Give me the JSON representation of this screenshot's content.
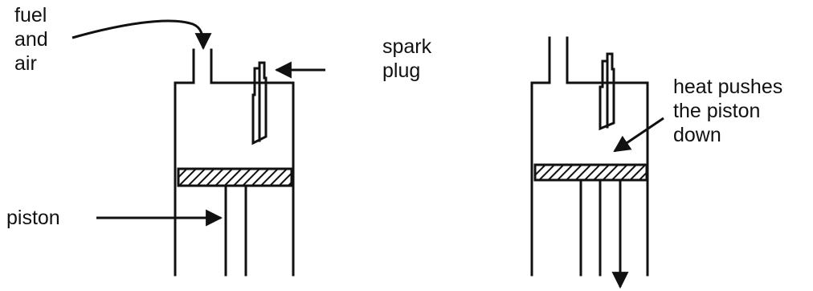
{
  "labels": {
    "fuel_and_air": [
      "fuel",
      "and",
      "air"
    ],
    "spark_plug": [
      "spark",
      "plug"
    ],
    "piston": "piston",
    "heat_pushes": [
      "heat pushes",
      "the piston",
      "down"
    ]
  },
  "colors": {
    "line": "#111111",
    "hatch_fill": "#666666",
    "background": "#ffffff"
  }
}
